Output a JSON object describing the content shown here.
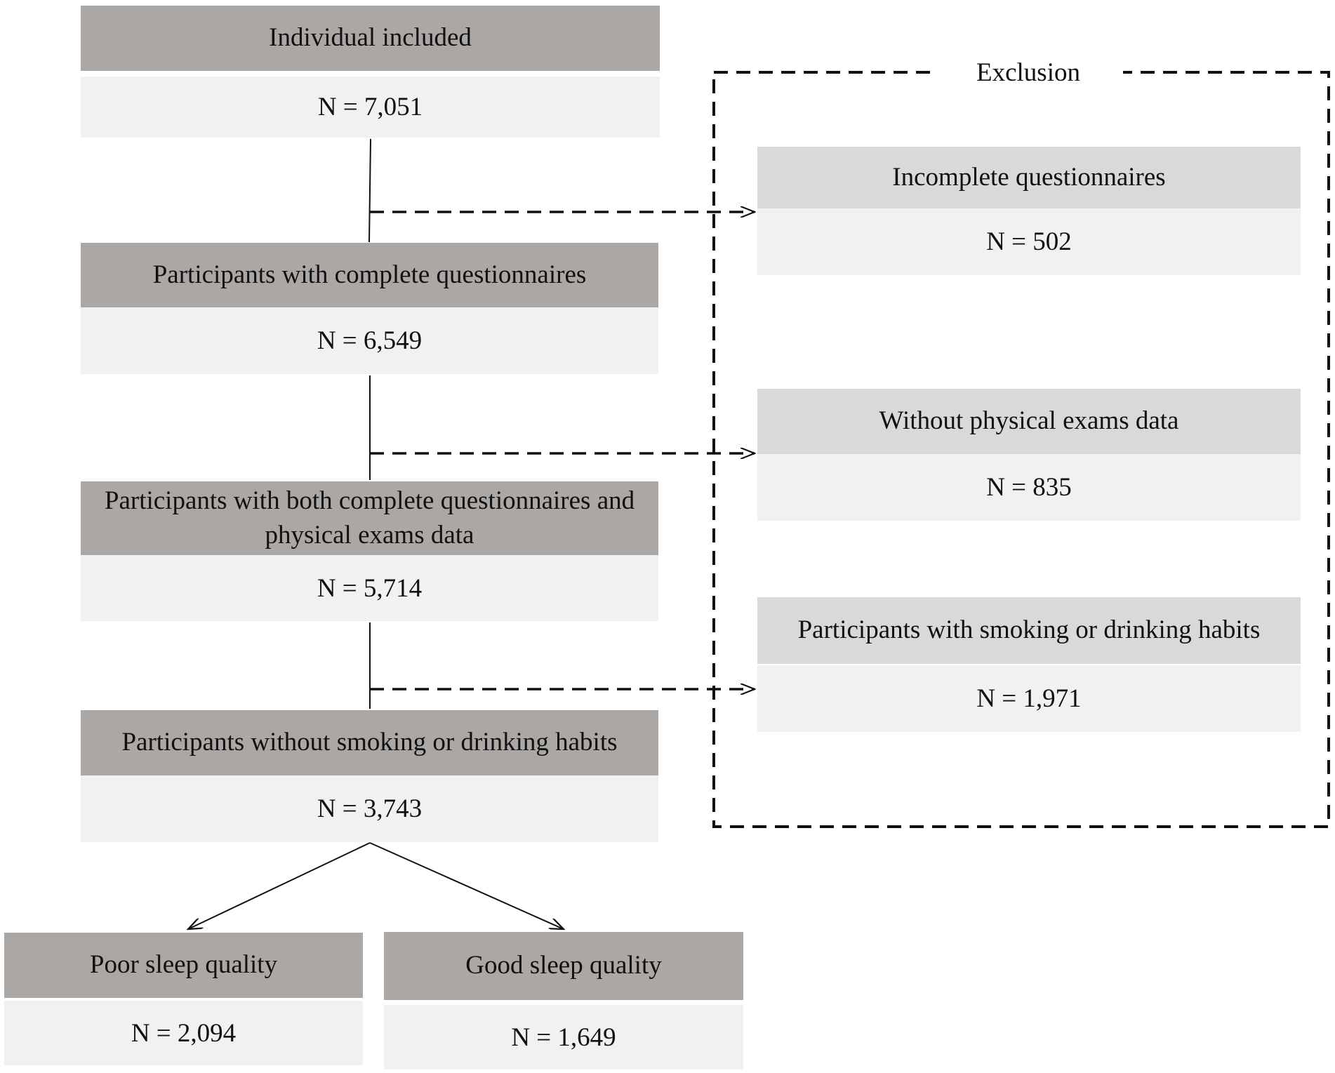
{
  "exclusion_label": "Exclusion",
  "main_boxes": [
    {
      "label": "Individual included",
      "count": "N = 7,051"
    },
    {
      "label": "Participants with complete questionnaires",
      "count": "N = 6,549"
    },
    {
      "label": "Participants with both complete questionnaires and physical exams data",
      "count": "N = 5,714"
    },
    {
      "label": "Participants without smoking or drinking habits",
      "count": "N = 3,743"
    }
  ],
  "exclusion_boxes": [
    {
      "label": "Incomplete questionnaires",
      "count": "N = 502"
    },
    {
      "label": "Without physical exams data",
      "count": "N = 835"
    },
    {
      "label": "Participants with smoking or drinking habits",
      "count": "N = 1,971"
    }
  ],
  "outcome_boxes": [
    {
      "label": "Poor sleep quality",
      "count": "N = 2,094"
    },
    {
      "label": "Good sleep quality",
      "count": "N = 1,649"
    }
  ]
}
